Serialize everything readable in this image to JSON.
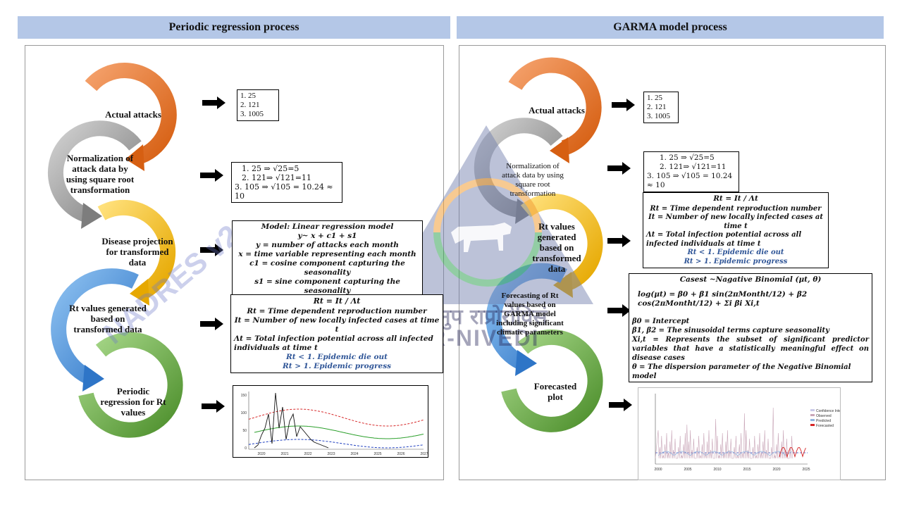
{
  "headers": {
    "left": "Periodic regression process",
    "right": "GARMA model process"
  },
  "left": {
    "steps": [
      "Actual attacks",
      "Normalization of attack data by using square root transformation",
      "Disease projection for transformed data",
      "Rt values generated based on transformed data",
      "Periodic regression for Rt values"
    ],
    "box1": [
      "1.   25",
      "2.   121",
      "3.   1005"
    ],
    "box2": [
      "1.   25 ⇒ √25=5",
      "2.   121⇒ √121=11",
      "3.   105 ⇒ √105 = 10.24 ≈ 10"
    ],
    "box3": [
      "Model: Linear regression model",
      "y~ x + c1 + s1",
      "y = number of attacks each month",
      "x = time variable representing each month",
      "c1 = cosine component capturing the seasonality",
      "s1 = sine component capturing the seasonality"
    ],
    "box4": {
      "formula": "Rt = It / Λt",
      "lines": [
        "Rt = Time dependent reproduction number",
        "It = Number of new locally infected cases at time t",
        "Λt = Total infection potential across all infected individuals at time t"
      ],
      "blue": [
        "Rt < 1. Epidemic die out",
        "Rt > 1. Epidemic progress"
      ]
    },
    "chart_data": {
      "type": "line",
      "x_ticks": [
        "2020",
        "2021",
        "2022",
        "2023",
        "2024",
        "2025",
        "2026",
        "2027"
      ],
      "y_ticks": [
        "0",
        "50",
        "100",
        "150"
      ],
      "title": "",
      "xlabel": "",
      "ylabel": ""
    }
  },
  "right": {
    "steps": [
      "Actual attacks",
      "Normalization of attack data by using square root transformation",
      "Rt values generated based on transformed data",
      "Forecasting of Rt values based on GARMA model including significant climatic parameters",
      "Forecasted plot"
    ],
    "box1": [
      "1.   25",
      "2.   121",
      "3.   1005"
    ],
    "box2": [
      "1.   25 ⇒ √25=5",
      "2.   121⇒ √121=11",
      "3.   105 ⇒ √105 = 10.24 ≈ 10"
    ],
    "box3": {
      "formula": "Rt = It / Λt",
      "lines": [
        "Rt = Time dependent reproduction number",
        "It = Number of new locally infected cases at time t",
        "Λt = Total infection potential across all infected individuals at time t"
      ],
      "blue": [
        "Rt < 1. Epidemic die out",
        "Rt > 1. Epidemic progress"
      ]
    },
    "box4": {
      "title": "Casest ~Nagative Binomial (μt, θ)",
      "equation": "log(μt) = β0 + β1 sin(2πMontht/12) + β2 cos(2πMontht/12) + Σi βi Xi,t",
      "lines": [
        "β0 = Intercept",
        "β1, β2 = The sinusoidal terms capture seasonality",
        "Xi,t = Represents the subset of significant predictor variables that have a statistically meaningful effect on disease cases",
        "θ = The dispersion parameter of the Negative Binomial model"
      ]
    },
    "plot": {
      "legend": [
        "Confidence Interval",
        "Observed",
        "Predicted",
        "Forecasted"
      ],
      "x_ticks": [
        "2000",
        "2005",
        "2010",
        "2015",
        "2020",
        "2025"
      ]
    }
  },
  "watermark": {
    "text_left": "NADRES v2",
    "text_hindi": "भाकृअनुप राप्रोरोविसं",
    "text_icar": "ICAR-NIVEDI"
  },
  "colors": {
    "header_bg": "#b4c7e7",
    "orange": "#ed7d31",
    "gray": "#9e9e9e",
    "yellow": "#ffc000",
    "blue": "#4a90d9",
    "green": "#70ad47",
    "rt_blue": "#2f5597"
  }
}
